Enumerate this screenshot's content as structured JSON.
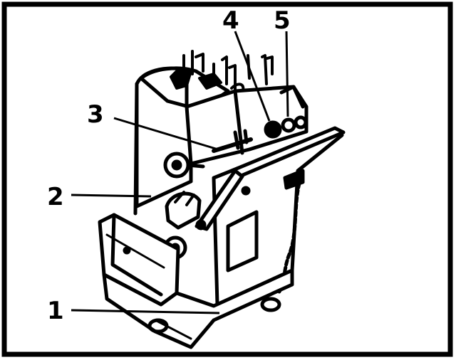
{
  "figure": {
    "callouts": [
      {
        "id": "1",
        "label": "1"
      },
      {
        "id": "2",
        "label": "2"
      },
      {
        "id": "3",
        "label": "3"
      },
      {
        "id": "4",
        "label": "4"
      },
      {
        "id": "5",
        "label": "5"
      }
    ]
  },
  "colors": {
    "ink": "#000000",
    "paper": "#ffffff",
    "shade": "#1a1a1a"
  }
}
